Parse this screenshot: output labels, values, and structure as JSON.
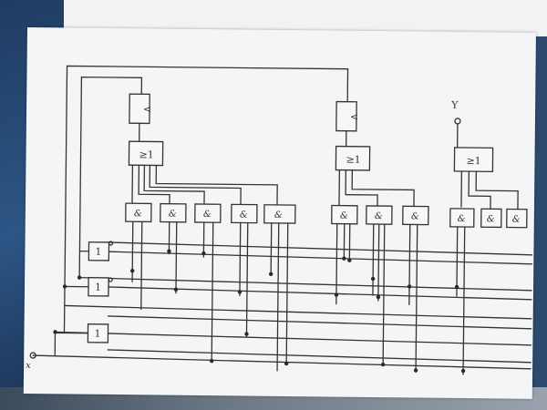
{
  "diagram": {
    "gate_labels": {
      "and": "&",
      "or": "1",
      "ge1": "≥1",
      "not": "1",
      "special": "&"
    },
    "input_label": "x",
    "output_label": "Y",
    "memory_label": "<"
  }
}
